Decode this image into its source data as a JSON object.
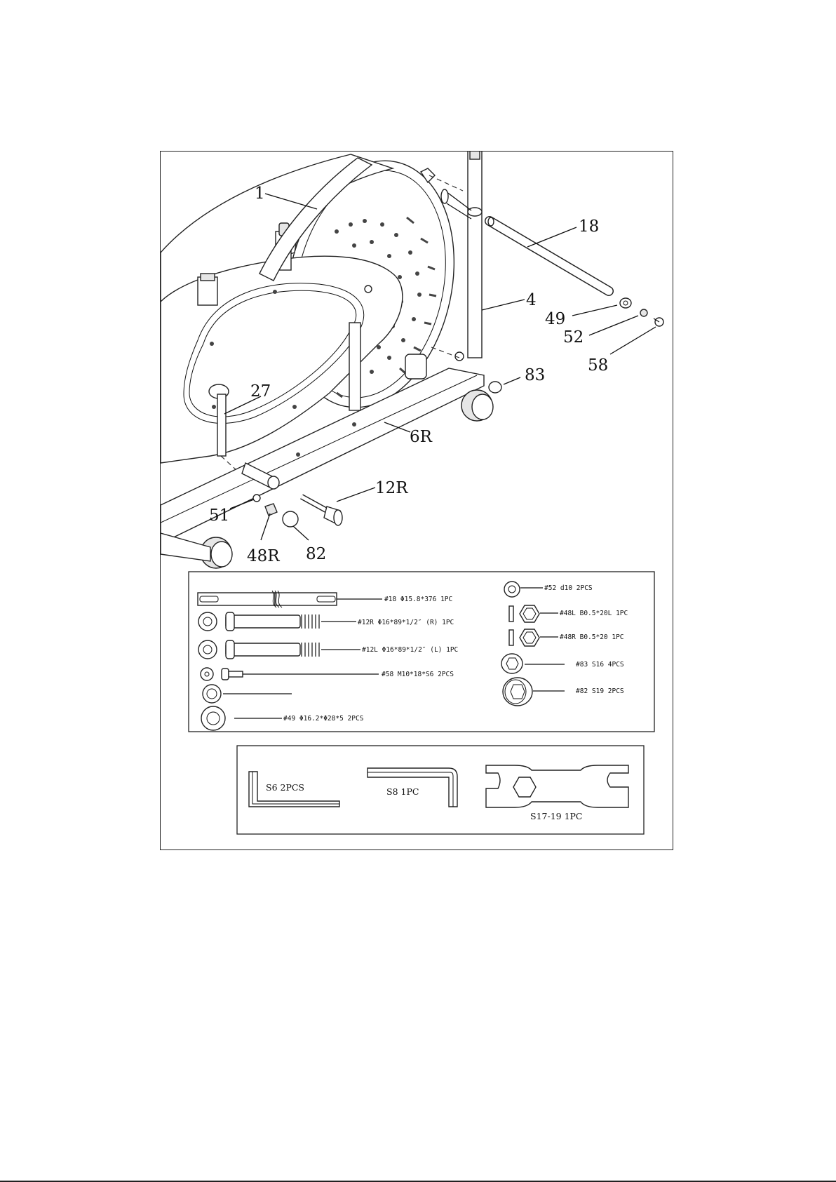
{
  "callouts": {
    "c1": "1",
    "c18": "18",
    "c4": "4",
    "c49": "49",
    "c52": "52",
    "c58": "58",
    "c83": "83",
    "c27": "27",
    "c6R": "6R",
    "c12R": "12R",
    "c51": "51",
    "c48R": "48R",
    "c82": "82"
  },
  "hardware_pack": {
    "left": [
      {
        "id": "p18",
        "text": "#18   Φ15.8*376 1PC"
      },
      {
        "id": "p12R",
        "text": "#12R Φ16*89*1/2″ (R) 1PC"
      },
      {
        "id": "p12L",
        "text": "#12L Φ16*89*1/2″ (L) 1PC"
      },
      {
        "id": "p58",
        "text": "#58 M10*18*S6   2PCS"
      },
      {
        "id": "p49",
        "text": "#49 Φ16.2*Φ28*5 2PCS"
      }
    ],
    "right": [
      {
        "id": "p52",
        "text": "#52 d10 2PCS"
      },
      {
        "id": "p48L",
        "text": "#48L B0.5*20L 1PC"
      },
      {
        "id": "p48R",
        "text": "#48R B0.5*20   1PC"
      },
      {
        "id": "p83",
        "text": "#83 S16   4PCS"
      },
      {
        "id": "p82",
        "text": "#82 S19   2PCS"
      }
    ]
  },
  "tools": {
    "s6": "S6   2PCS",
    "s8": "S8   1PC",
    "wrench": "S17-19 1PC"
  },
  "icons": [
    "hex-key-icon",
    "spanner-wrench-icon",
    "bolt-icon",
    "washer-icon",
    "nut-icon",
    "cap-nut-icon"
  ]
}
